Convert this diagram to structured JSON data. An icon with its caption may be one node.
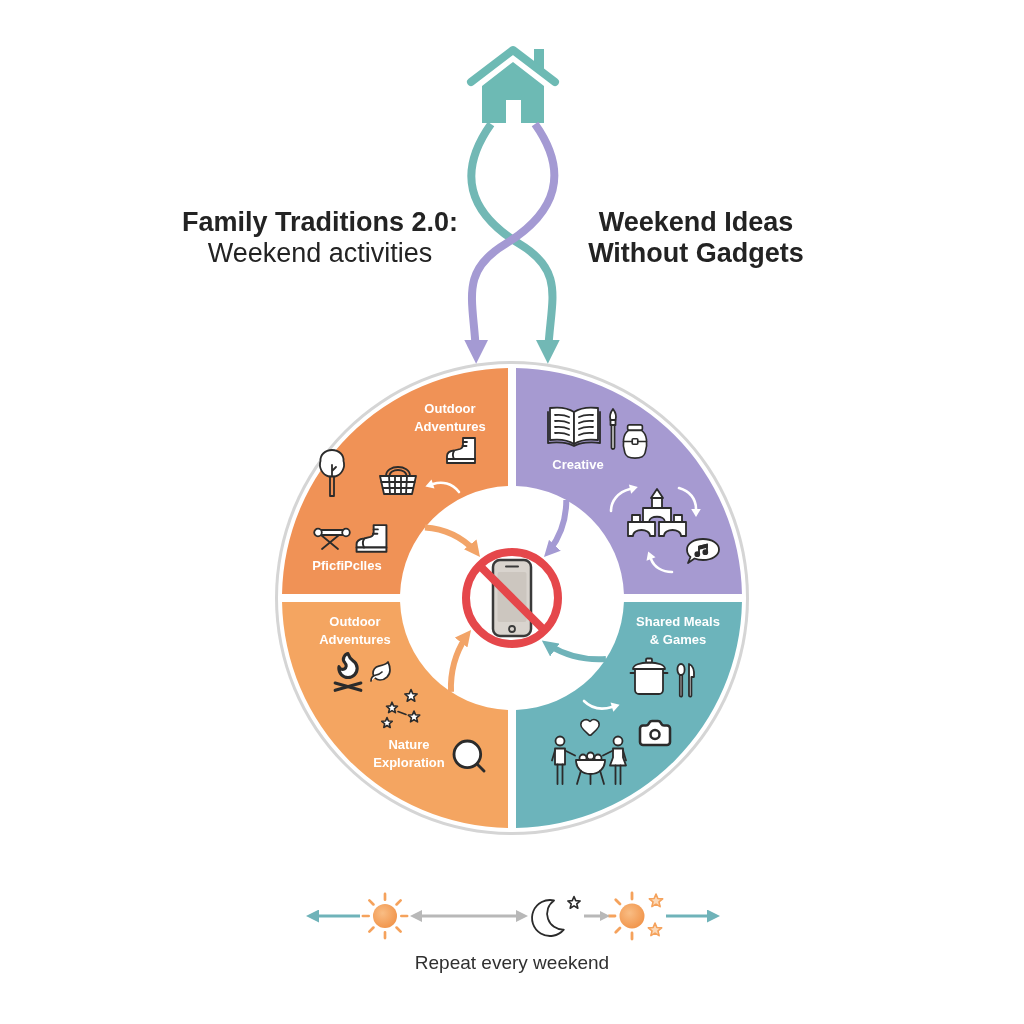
{
  "diagram": {
    "title": "Family Traditions 2.0:",
    "nodes": [
      {
        "text": [],
        "shape": "picture"
      },
      {
        "text": [],
        "shape": "circle"
      },
      {
        "text": [
          "Outdoor Adventures",
          "PficfiPclles"
        ],
        "in": 1
      },
      {
        "text": [
          "Creative"
        ],
        "in": 1
      },
      {
        "text": [
          "Outdoor Adventures",
          "Nature Exploration"
        ],
        "in": 1
      },
      {
        "text": [
          "Shared Meals & Games"
        ],
        "in": 1
      },
      {
        "text": [],
        "shape": "picture",
        "in": 1
      },
      {
        "text": [],
        "shape": "picture"
      },
      {
        "text": [],
        "shape": "picture"
      },
      {
        "text": [],
        "shape": "picture"
      }
    ],
    "edges": [
      {
        "from": 0,
        "to": 1,
        "arrow": "to",
        "color": "#72b8b5"
      },
      {
        "from": 0,
        "to": 1,
        "arrow": "to",
        "color": "#a49ad3"
      },
      {
        "from": 2,
        "to": 6,
        "arrow": "to",
        "color": "#f2a468"
      },
      {
        "from": 3,
        "to": 6,
        "arrow": "to",
        "color": "#a49ad3"
      },
      {
        "from": 4,
        "to": 6,
        "arrow": "to",
        "color": "#f2a468"
      },
      {
        "from": 5,
        "to": 6,
        "arrow": "to",
        "color": "#6fb3b9"
      },
      {
        "from": 7,
        "to": null,
        "arrow": "to",
        "color": "#6fb3b9"
      },
      {
        "from": 7,
        "to": 8,
        "arrow": "both",
        "color": "#b8b8b8"
      },
      {
        "from": 8,
        "to": 9,
        "arrow": "to",
        "color": "#b8b8b8"
      },
      {
        "from": 9,
        "to": null,
        "arrow": "to",
        "color": "#6fb3b9"
      }
    ],
    "labels": [
      "Weekend activities",
      "Weekend Ideas Without Gadgets"
    ],
    "caption": "Repeat every weekend"
  }
}
